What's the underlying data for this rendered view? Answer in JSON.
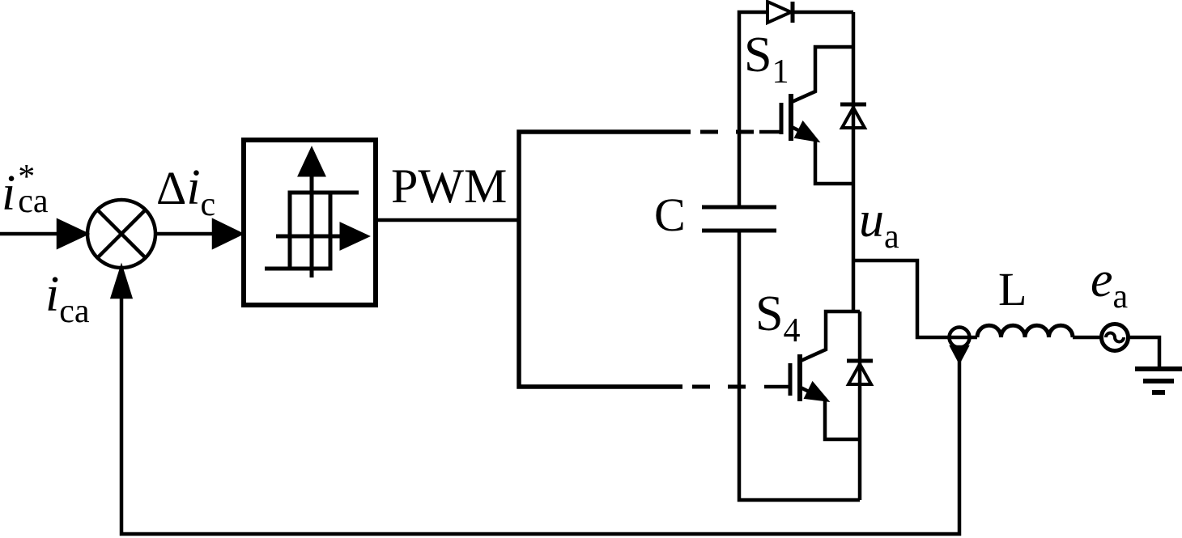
{
  "colors": {
    "line": "#000000",
    "background": "#ffffff"
  },
  "labels": {
    "reference_current": {
      "base": "i",
      "sup": "*",
      "sub": "ca"
    },
    "error_current": {
      "prefix": "Δ",
      "base": "i",
      "sub": "c"
    },
    "feedback_current": {
      "base": "i",
      "sub": "ca"
    },
    "pwm": "PWM",
    "capacitor": "C",
    "switch_top": {
      "base": "S",
      "sub": "1"
    },
    "switch_bottom": {
      "base": "S",
      "sub": "4"
    },
    "output_voltage": {
      "base": "u",
      "sub": "a"
    },
    "inductor": "L",
    "source_voltage": {
      "base": "e",
      "sub": "a"
    }
  }
}
